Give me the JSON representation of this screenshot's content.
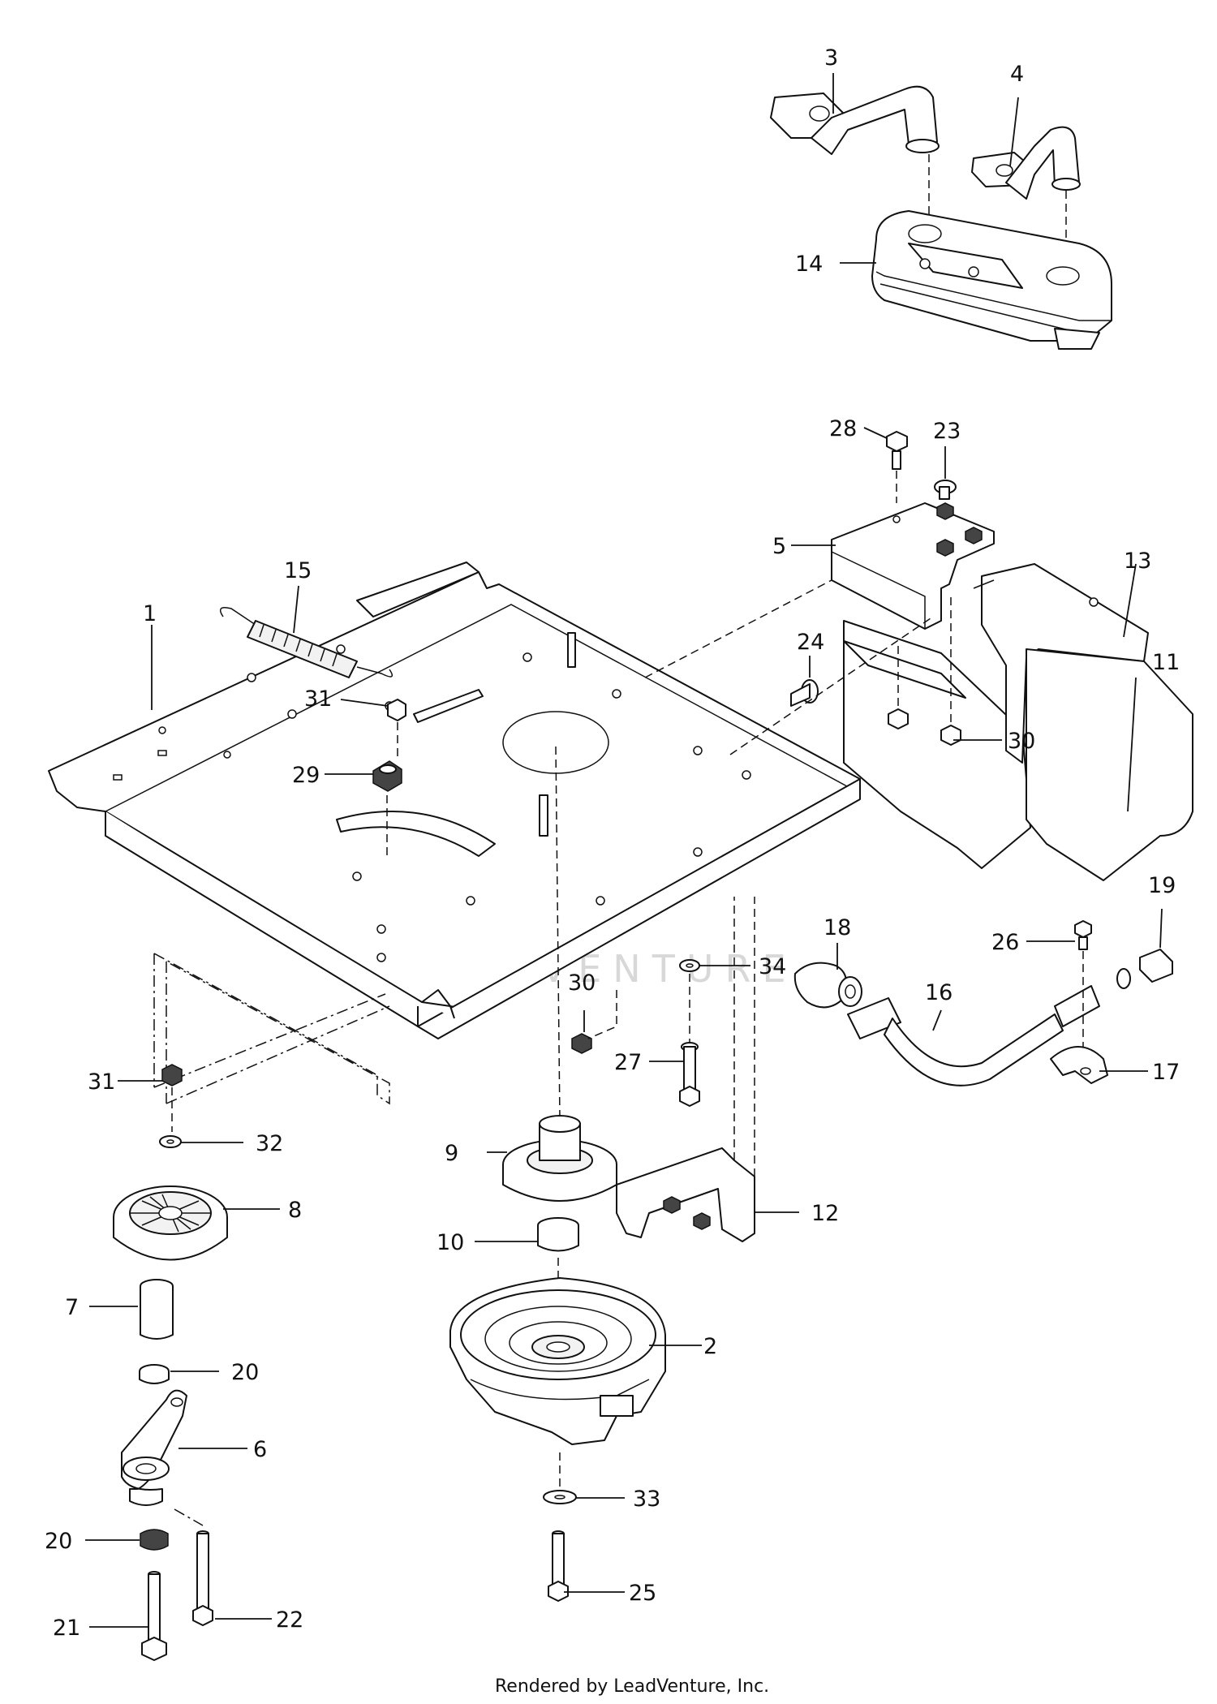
{
  "footer": "Rendered by LeadVenture, Inc.",
  "watermark": "LEADVENTURE",
  "callouts": [
    "1",
    "2",
    "3",
    "4",
    "5",
    "6",
    "7",
    "8",
    "9",
    "10",
    "11",
    "12",
    "13",
    "14",
    "15",
    "16",
    "17",
    "18",
    "19",
    "20",
    "20",
    "21",
    "22",
    "23",
    "24",
    "25",
    "26",
    "27",
    "28",
    "29",
    "30",
    "30",
    "31",
    "31",
    "32",
    "33",
    "34"
  ]
}
